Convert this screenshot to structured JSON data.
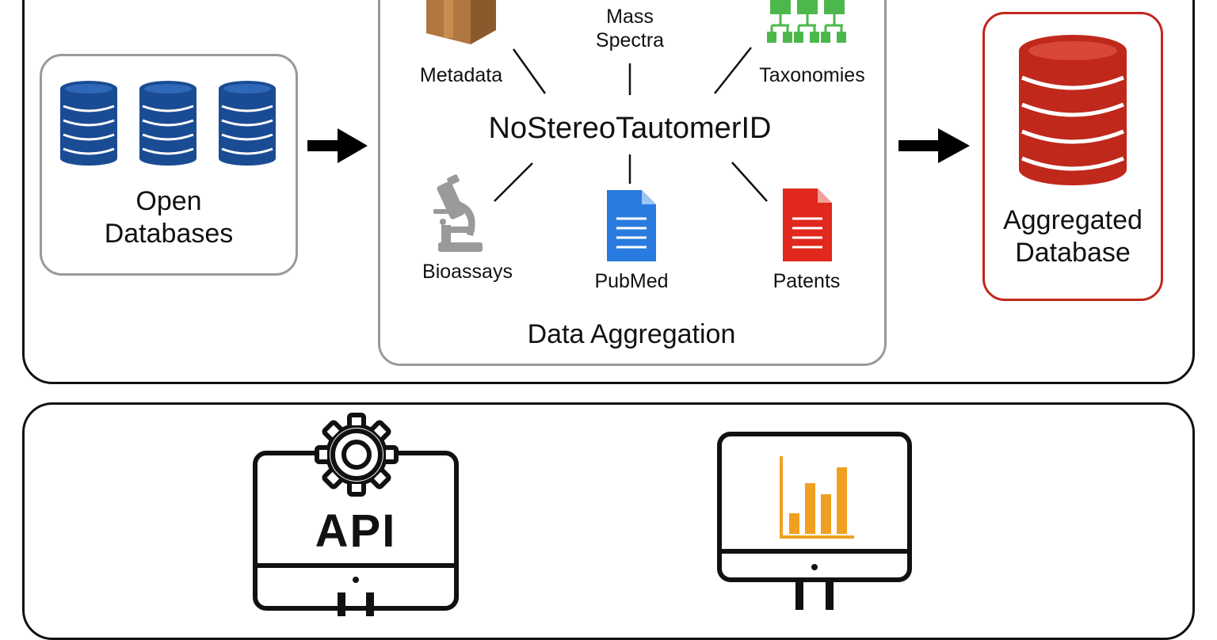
{
  "diagram": {
    "open_databases": {
      "line1": "Open",
      "line2": "Databases"
    },
    "aggregation": {
      "center_label": "NoStereoTautomerID",
      "caption": "Data Aggregation",
      "sources": {
        "metadata": "Metadata",
        "mass_spectra_1": "Mass",
        "mass_spectra_2": "Spectra",
        "taxonomies": "Taxonomies",
        "bioassays": "Bioassays",
        "pubmed": "PubMed",
        "patents": "Patents"
      }
    },
    "aggregated_database": {
      "line1": "Aggregated",
      "line2": "Database"
    },
    "api_label": "API"
  },
  "colors": {
    "open_db_blue": "#1a4c94",
    "aggregated_red": "#c0281c",
    "metadata_brown": "#b07840",
    "taxonomy_green": "#4cb84c",
    "pubmed_blue": "#2a7be0",
    "patents_red": "#e0281c",
    "microscope_gray": "#9a9a9a",
    "chart_orange": "#f0a020"
  }
}
